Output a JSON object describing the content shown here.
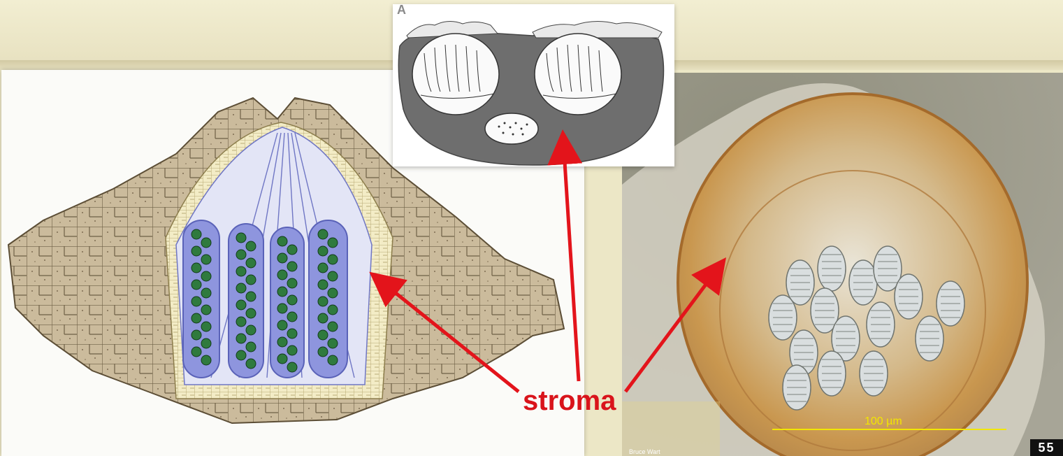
{
  "figure": {
    "panel_letter": "A",
    "callout_label": "stroma",
    "scale_bar_label": "100 µm",
    "credit": "Bruce Wart",
    "slide_number": "55",
    "colors": {
      "background": "#ece7c6",
      "callout": "#d9141b",
      "scale_bar": "#f2e600",
      "ascus": "#7d85d6",
      "spore": "#2f7a3e",
      "tissue": "#c9b99a",
      "stroma_gray": "#6e6e6e"
    },
    "icons": [
      "arrow-icon",
      "arrow-icon",
      "arrow-icon"
    ]
  }
}
